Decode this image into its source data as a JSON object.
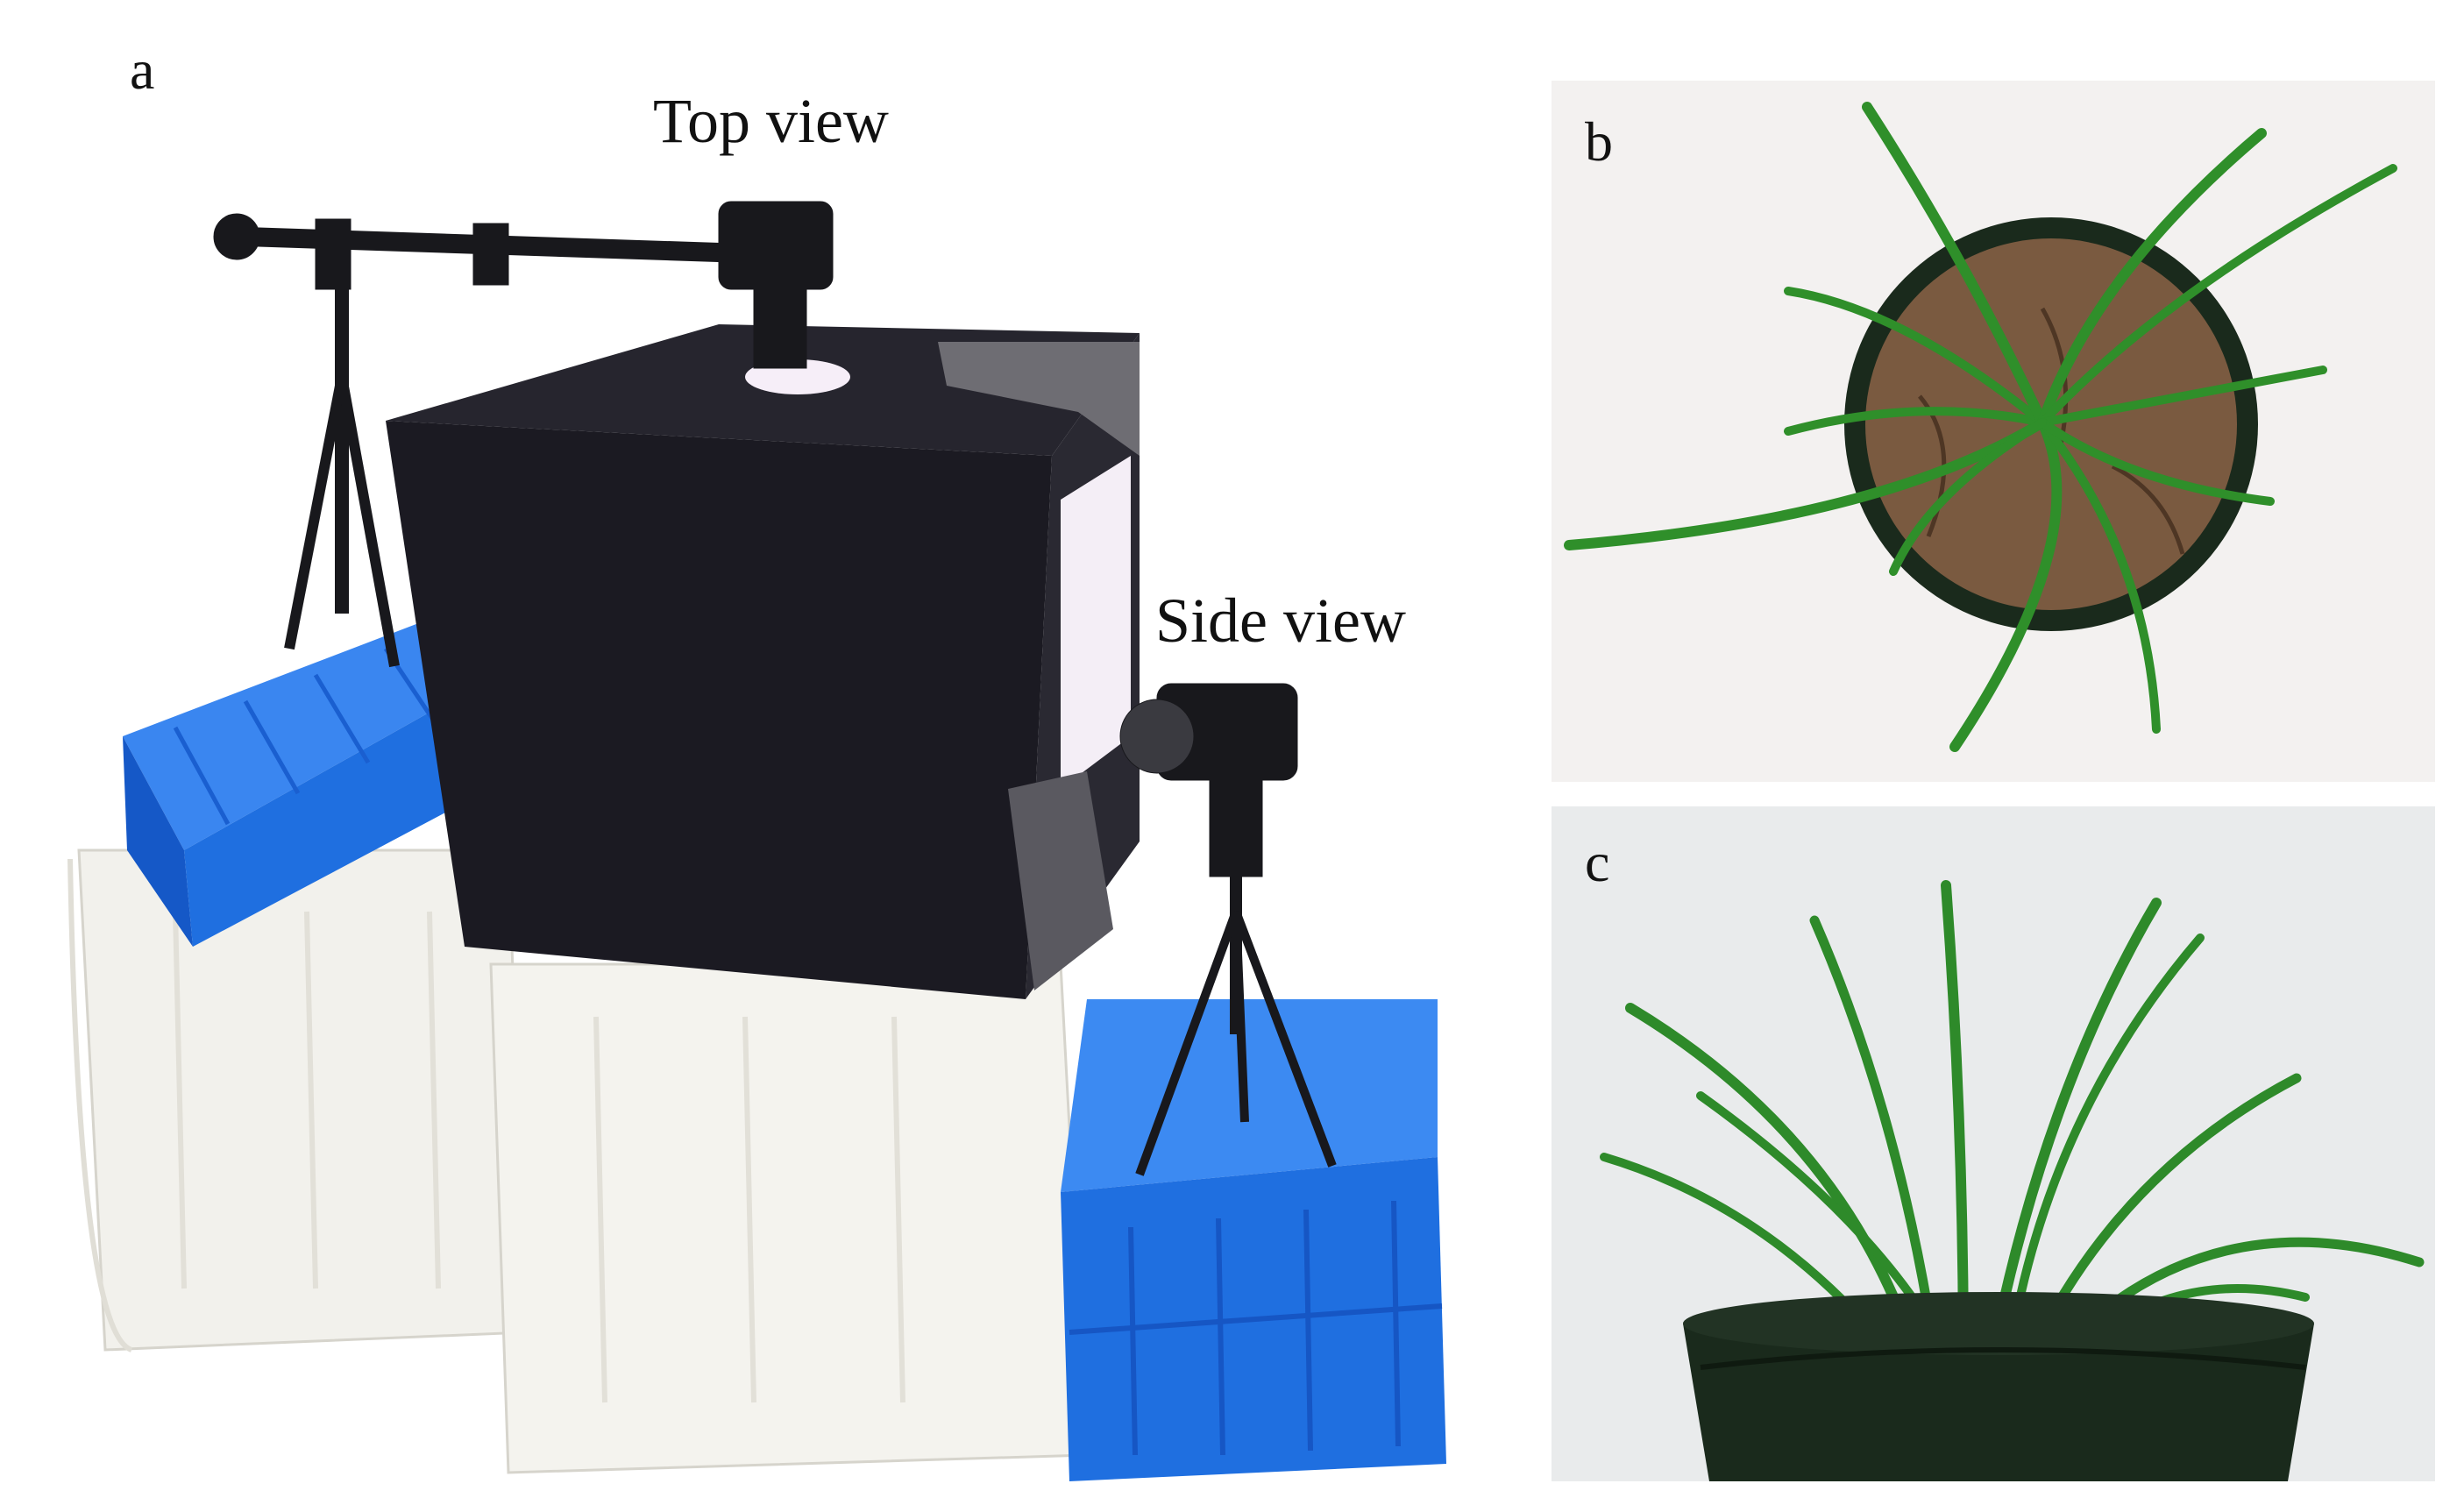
{
  "panels": {
    "a": {
      "label": "a",
      "top_view_caption": "Top view",
      "side_view_caption": "Side view"
    },
    "b": {
      "label": "b"
    },
    "c": {
      "label": "c"
    }
  },
  "colors": {
    "background": "#ffffff",
    "photo_box_black": "#1b1a22",
    "crate_blue": "#1f6fe0",
    "bin_white": "#f2f1ec",
    "leaf_green": "#2f8f2a",
    "soil_brown": "#7a5a40",
    "pot_dark_green": "#1a2a1c",
    "panel_b_background": "#f3f1f0",
    "panel_c_background": "#e9ebec"
  }
}
